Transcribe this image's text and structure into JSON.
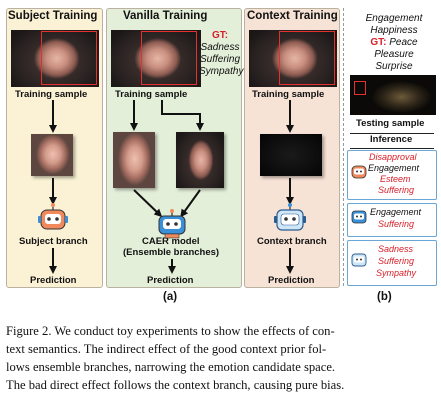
{
  "panels": {
    "subject": {
      "title": "Subject Training",
      "sample_label": "Training sample",
      "branch_label": "Subject branch",
      "prediction_label": "Prediction",
      "bg": "#fbf2d5"
    },
    "vanilla": {
      "title": "Vanilla Training",
      "sample_label": "Training sample",
      "gt_prefix": "GT:",
      "gt_emotions": [
        "Sadness",
        "Suffering",
        "Sympathy"
      ],
      "model_label": "CAER model",
      "model_sub": "(Ensemble branches)",
      "prediction_label": "Prediction",
      "bg": "#e3efd9"
    },
    "context": {
      "title": "Context Training",
      "sample_label": "Training sample",
      "branch_label": "Context branch",
      "prediction_label": "Prediction",
      "bg": "#f7e2d6"
    },
    "testing": {
      "candidates_top": [
        "Engagement",
        "Happiness"
      ],
      "gt_prefix": "GT:",
      "gt_emotions": [
        "Peace",
        "Pleasure",
        "Surprise"
      ],
      "sample_label": "Testing sample",
      "inference_label": "Inference",
      "box1": [
        "Disapproval",
        "Engagement",
        "Esteem",
        "Suffering"
      ],
      "box2": [
        "Engagement",
        "Suffering"
      ],
      "box3": [
        "Sadness",
        "Suffering",
        "Sympathy"
      ]
    }
  },
  "sublabels": {
    "a": "(a)",
    "b": "(b)"
  },
  "caption": [
    "Figure 2. We conduct toy experiments to show the effects of con-",
    "text semantics. The indirect effect of the good context prior fol-",
    "lows ensemble branches, narrowing the emotion candidate space.",
    "The bad direct effect follows the context branch, causing pure bias."
  ],
  "colors": {
    "red_text": "#d8202a",
    "accent_blue": "#6aa6d6",
    "robot_orange": "#f08a5d",
    "robot_blue": "#3a8fd9"
  }
}
